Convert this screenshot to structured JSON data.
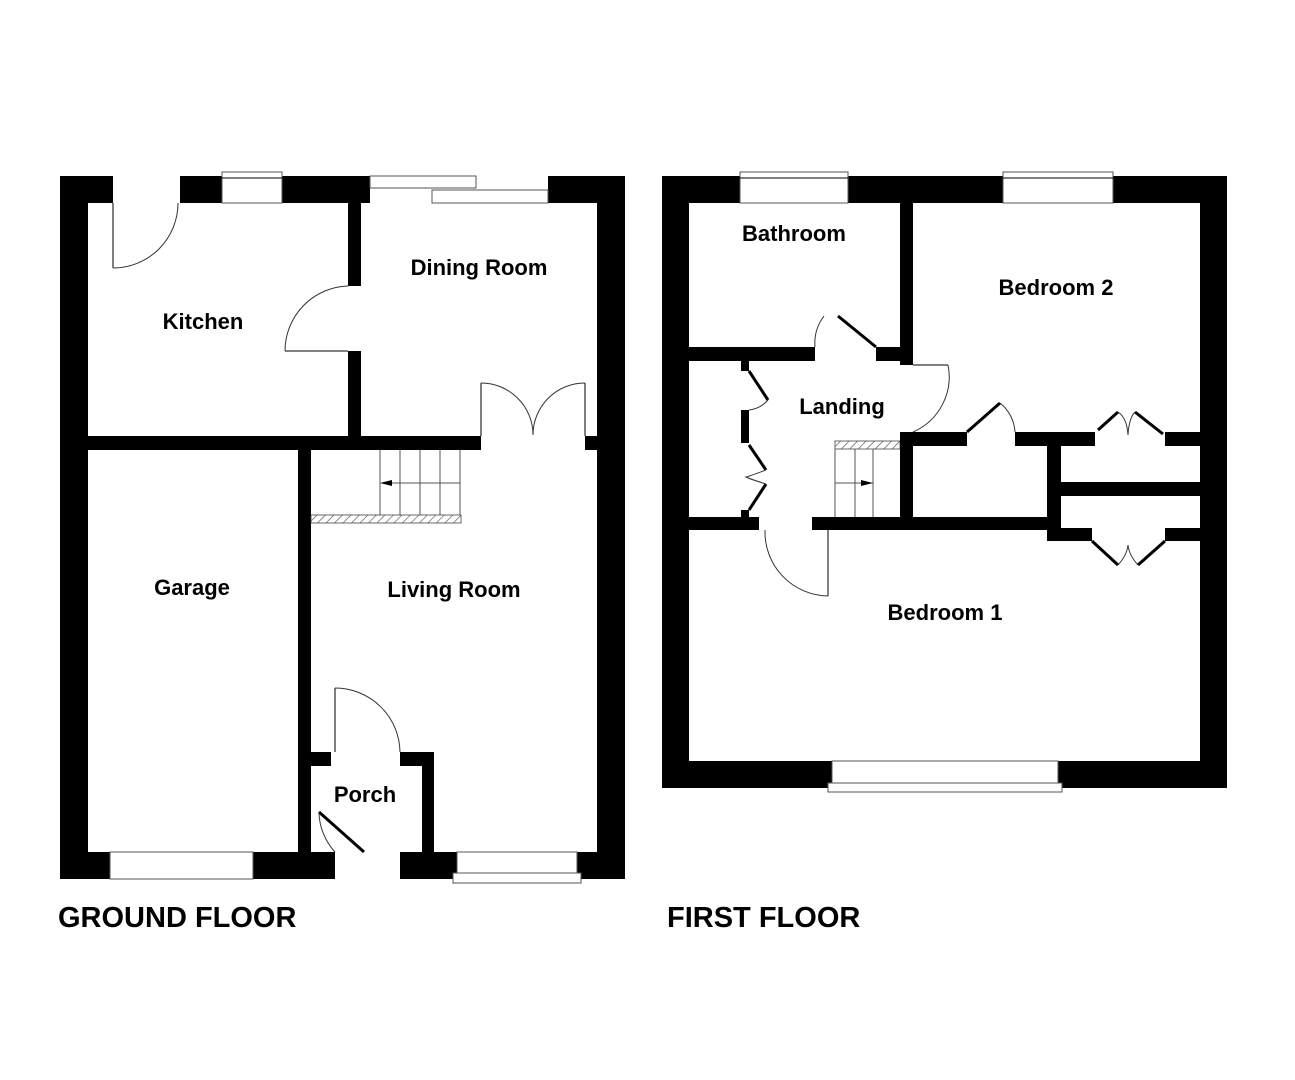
{
  "ground_floor": {
    "title": "GROUND FLOOR",
    "rooms": {
      "kitchen": "Kitchen",
      "dining_room": "Dining Room",
      "garage": "Garage",
      "living_room": "Living Room",
      "porch": "Porch"
    }
  },
  "first_floor": {
    "title": "FIRST FLOOR",
    "rooms": {
      "bathroom": "Bathroom",
      "bedroom_2": "Bedroom 2",
      "landing": "Landing",
      "bedroom_1": "Bedroom 1"
    }
  },
  "colors": {
    "wall": "#000000",
    "background": "#ffffff",
    "text": "#000000"
  }
}
